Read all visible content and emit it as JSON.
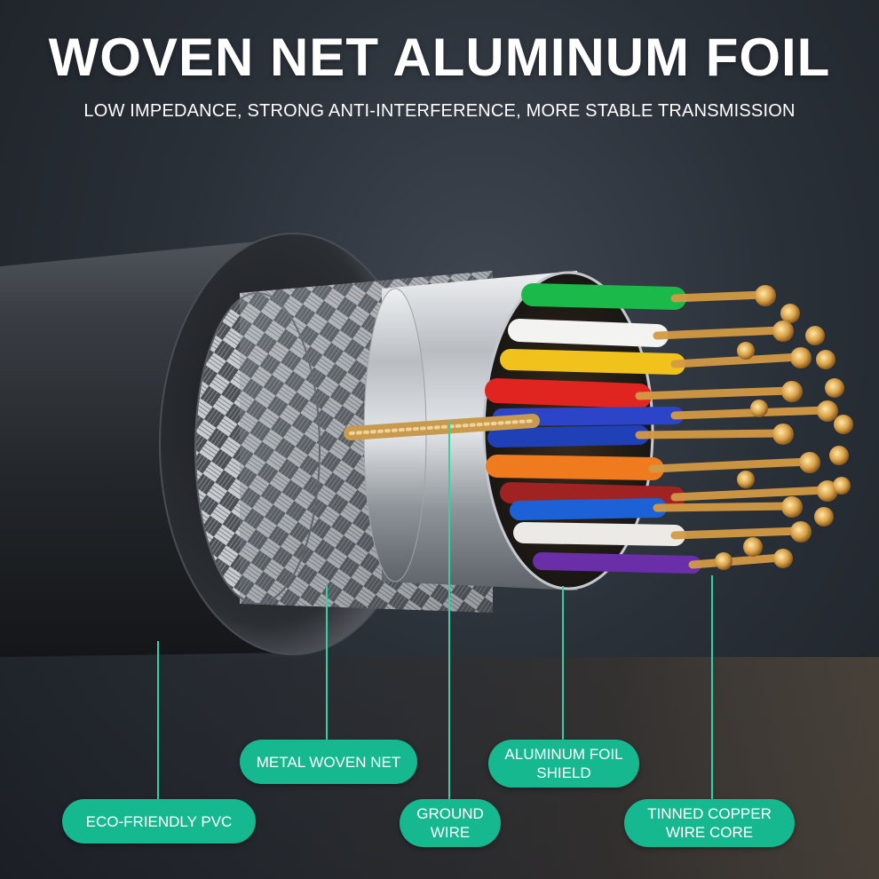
{
  "header": {
    "title": "WOVEN NET ALUMINUM FOIL",
    "subtitle": "LOW IMPEDANCE, STRONG ANTI-INTERFERENCE, MORE STABLE TRANSMISSION"
  },
  "labels": {
    "pvc": "ECO-FRIENDLY PVC",
    "woven_net": "METAL WOVEN NET",
    "ground_wire": "GROUND\nWIRE",
    "foil_shield": "ALUMINUM FOIL\nSHIELD",
    "copper_core": "TINNED COPPER\nWIRE CORE"
  },
  "colors": {
    "accent": "#16b890",
    "leader_line": "#2fd3a8",
    "jacket": "#2b2e33",
    "foil": "#c9ccd0",
    "copper": "#d9a24a"
  }
}
